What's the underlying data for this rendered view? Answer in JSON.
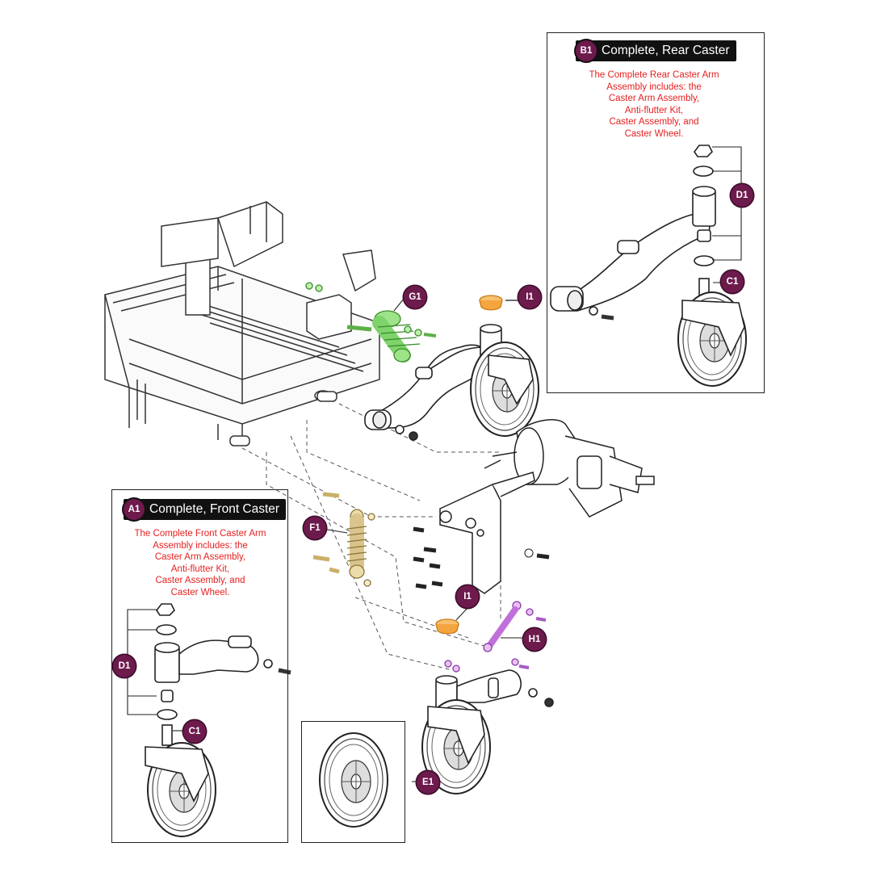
{
  "insets": {
    "rear": {
      "code": "B1",
      "title": "Complete, Rear Caster",
      "note": "The Complete Rear Caster Arm\nAssembly includes: the\nCaster Arm Assembly,\nAnti-flutter Kit,\nCaster Assembly, and\nCaster Wheel."
    },
    "front": {
      "code": "A1",
      "title": "Complete, Front Caster",
      "note": "The Complete Front Caster Arm\nAssembly includes: the\nCaster Arm Assembly,\nAnti-flutter Kit,\nCaster Assembly, and\nCaster Wheel."
    }
  },
  "callouts": {
    "g1": "G1",
    "i1_top": "I1",
    "i1_mid": "I1",
    "f1": "F1",
    "h1": "H1",
    "e1": "E1",
    "d1_rear": "D1",
    "c1_rear": "C1",
    "d1_front": "D1",
    "c1_front": "C1"
  },
  "colors": {
    "callout": "#6d1a4d",
    "note_text": "#e61e1e",
    "g1_part": "#7ed36a",
    "f1_part": "#d9c58c",
    "h1_part": "#c070d8",
    "i1_part": "#f5a540",
    "line": "#333333"
  }
}
